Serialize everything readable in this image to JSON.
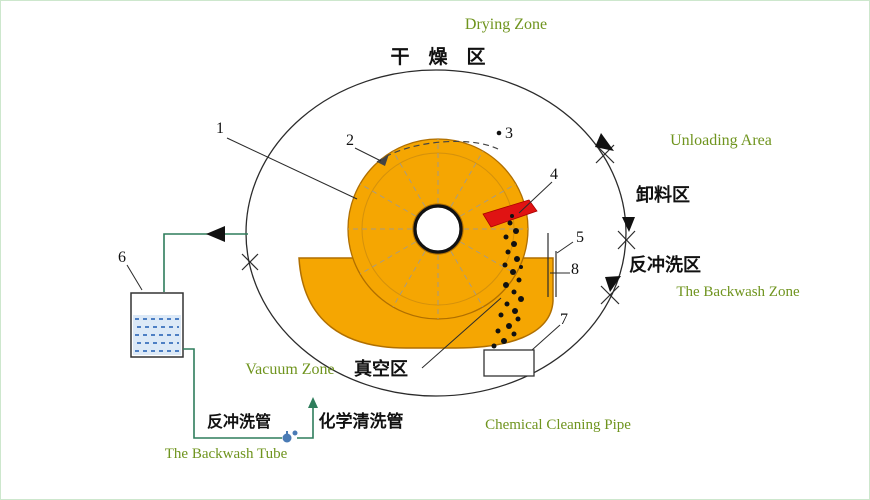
{
  "diagram_title": "Rotary disc filter zones diagram",
  "colors": {
    "label_green": "#6f941e",
    "disc_orange": "#f5a602",
    "disc_outline": "#b06f00",
    "scraper_red": "#e01313",
    "pipe_green": "#2e7d5b",
    "water_blue": "#4d7fc4",
    "line_black": "#2b2b2b"
  },
  "zones": {
    "drying_en": "Drying Zone",
    "drying_zh": "干　燥　区",
    "unloading_en": "Unloading Area",
    "unloading_zh": "卸料区",
    "backwash_zh": "反冲洗区",
    "backwash_en": "The Backwash Zone",
    "vacuum_en": "Vacuum Zone",
    "vacuum_zh": "真空区"
  },
  "pipes": {
    "backwash_tube_zh": "反冲洗管",
    "backwash_tube_en": "The Backwash Tube",
    "chemical_pipe_zh": "化学清洗管",
    "chemical_pipe_en": "Chemical Cleaning Pipe"
  },
  "numbers": {
    "n1": "1",
    "n2": "2",
    "n3": "3",
    "n4": "4",
    "n5": "5",
    "n6": "6",
    "n7": "7",
    "n8": "8"
  }
}
